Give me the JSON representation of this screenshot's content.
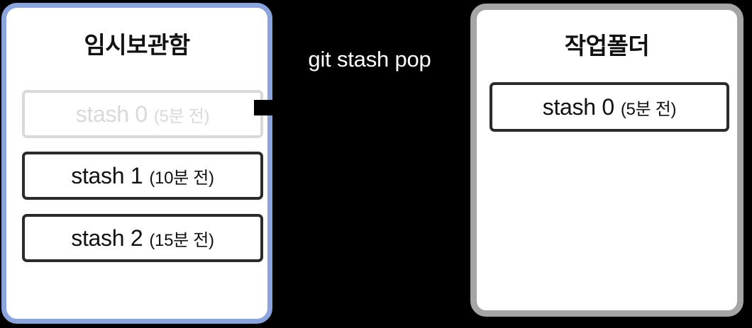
{
  "background_color": "#000000",
  "stash_panel": {
    "title": "임시보관함",
    "border_color": "#8ba4dc",
    "items": [
      {
        "name": "stash 0",
        "time": "(5분 전)",
        "state": "faded"
      },
      {
        "name": "stash 1",
        "time": "(10분 전)",
        "state": "normal"
      },
      {
        "name": "stash 2",
        "time": "(15분 전)",
        "state": "normal"
      }
    ]
  },
  "arrow": {
    "label": "git stash pop",
    "color": "#000000",
    "label_color": "#ffffff",
    "direction": "right"
  },
  "worktree_panel": {
    "title": "작업폴더",
    "border_color": "#a5a5a5",
    "items": [
      {
        "name": "stash 0",
        "time": "(5분 전)",
        "state": "normal"
      }
    ]
  }
}
